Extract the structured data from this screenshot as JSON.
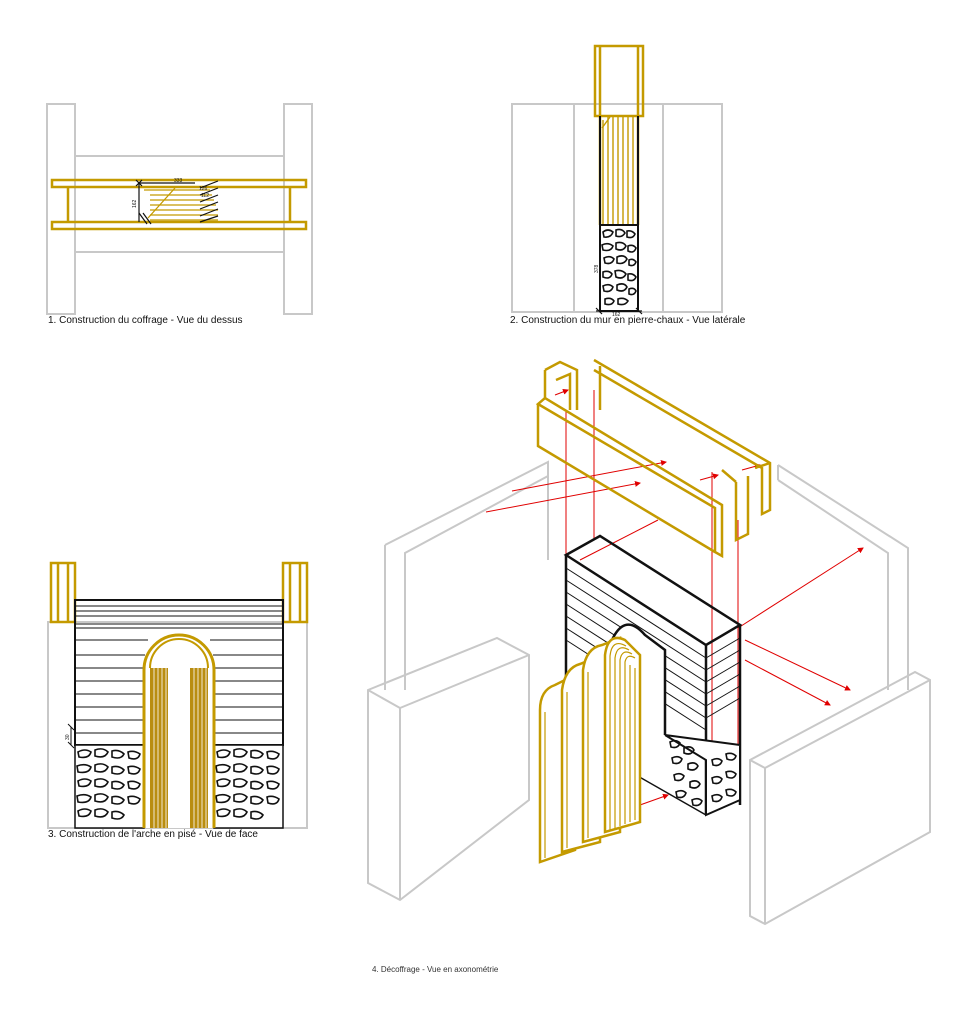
{
  "captions": {
    "c1": "1. Construction du coffrage - Vue du dessus",
    "c2": "2. Construction du mur en pierre-chaux - Vue latérale",
    "c3": "3. Construction de l'arche en pisé - Vue de face",
    "c4": "4. Décoffrage - Vue en axonométrie"
  },
  "dimensions": {
    "v1_width": "333",
    "v1_height": "162",
    "v1_a": "126",
    "v1_b": "112",
    "v2_height": "378",
    "v2_base": "162",
    "v3_step": "30"
  },
  "colors": {
    "formwork": "#c49a00",
    "wall_outline": "#c8c8c8",
    "dimension": "#e00000",
    "earth_lines": "#111111"
  }
}
